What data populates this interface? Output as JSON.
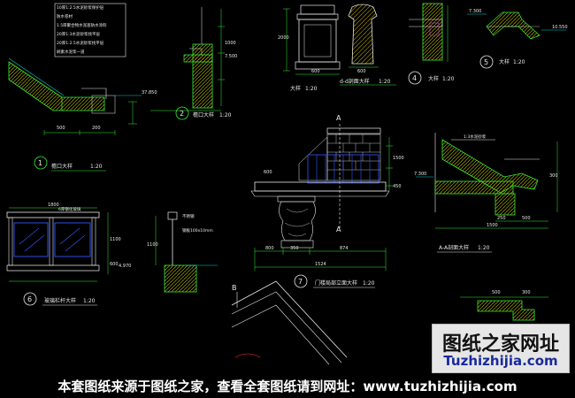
{
  "colors": {
    "line_cyan": "#00d0d0",
    "line_green": "#33ee33",
    "line_yellow": "#ffff33",
    "line_white": "#e8e8e8",
    "line_magenta": "#ff33ff",
    "line_blue": "#3355ff",
    "line_red": "#ff3333",
    "hatch": "#a0a000"
  },
  "notes": {
    "roof_note": [
      "10厚1:2.5水泥砂浆保护层",
      "防水卷材",
      "1.5厚聚合物水泥基防水涂料",
      "20厚1:3水泥砂浆找平层",
      "20厚1:2.5水泥砂浆找平层",
      "刷素水泥浆一道"
    ]
  },
  "details": {
    "d1_title": "檐口大样",
    "d1_scale": "1:20",
    "d1_num": "1",
    "d2_title": "檐口大样",
    "d2_scale": "1:20",
    "d2_num": "2",
    "d3_title": "大样",
    "d3_scale": "1:20",
    "d4_title": "d-d剖面大样",
    "d4_scale": "1:20",
    "d5_title": "大样",
    "d5_scale": "1:20",
    "d5_num": "4",
    "d6_title": "大样",
    "d6_scale": "1:20",
    "d6_num": "5",
    "d7_title": "门楼局部立面大样",
    "d7_scale": "1:20",
    "d7_num": "7",
    "d8_title": "A-A剖面大样",
    "d8_scale": "1:20",
    "d9_title": "玻璃栏杆大样",
    "d9_scale": "1:20",
    "d9_num": "6",
    "section_a": "A",
    "section_b": "B"
  },
  "dims": {
    "d1": [
      "500",
      "200",
      "37.850"
    ],
    "d2": [
      "1000",
      "7.500"
    ],
    "d3": [
      "2000",
      "600"
    ],
    "d4": [
      "600"
    ],
    "d6": [
      "7.300",
      "10.550"
    ],
    "d7": [
      "600",
      "1524",
      "800",
      "350",
      "874",
      "1500",
      "450"
    ],
    "d8": [
      "300",
      "7.300",
      "250",
      "500",
      "1500"
    ],
    "d9": [
      "1800",
      "1100",
      "600",
      "4.970"
    ],
    "d10": [
      "1100"
    ],
    "d11": [
      "500",
      "300"
    ]
  },
  "labels": {
    "glass_note": "6厚钢化玻璃",
    "pipe_note": "不锈钢",
    "rail_note": "钢板100x10mm",
    "d8_note": "1:3水泥砂浆"
  },
  "watermark": {
    "cn": "图纸之家网址",
    "en": "Tuzhizhijia.com"
  },
  "footer": "本套图纸来源于图纸之家，查看全套图纸请到网址：www.tuzhizhijia.com"
}
